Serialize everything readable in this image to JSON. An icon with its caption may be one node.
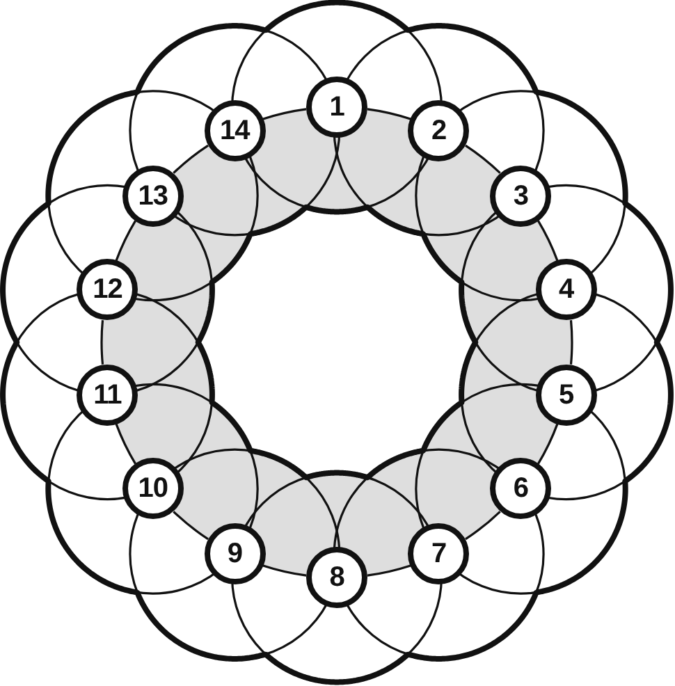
{
  "diagram": {
    "nodes": [
      {
        "text": [
          "1"
        ]
      },
      {
        "text": [
          "2"
        ]
      },
      {
        "text": [
          "3"
        ]
      },
      {
        "text": [
          "4"
        ]
      },
      {
        "text": [
          "5"
        ]
      },
      {
        "text": [
          "6"
        ]
      },
      {
        "text": [
          "7"
        ]
      },
      {
        "text": [
          "8"
        ]
      },
      {
        "text": [
          "9"
        ]
      },
      {
        "text": [
          "10"
        ]
      },
      {
        "text": [
          "11"
        ]
      },
      {
        "text": [
          "12"
        ]
      },
      {
        "text": [
          "13"
        ]
      },
      {
        "text": [
          "14"
        ]
      }
    ],
    "edges": [
      {
        "from": 0,
        "to": 1,
        "arrow": "none"
      },
      {
        "from": 1,
        "to": 2,
        "arrow": "none"
      },
      {
        "from": 2,
        "to": 3,
        "arrow": "none"
      },
      {
        "from": 3,
        "to": 4,
        "arrow": "none"
      },
      {
        "from": 4,
        "to": 5,
        "arrow": "none"
      },
      {
        "from": 5,
        "to": 6,
        "arrow": "none"
      },
      {
        "from": 6,
        "to": 7,
        "arrow": "none"
      },
      {
        "from": 7,
        "to": 8,
        "arrow": "none"
      },
      {
        "from": 8,
        "to": 9,
        "arrow": "none"
      },
      {
        "from": 9,
        "to": 10,
        "arrow": "none"
      },
      {
        "from": 10,
        "to": 11,
        "arrow": "none"
      },
      {
        "from": 11,
        "to": 12,
        "arrow": "none"
      },
      {
        "from": 12,
        "to": 13,
        "arrow": "none"
      },
      {
        "from": 13,
        "to": 0,
        "arrow": "none"
      }
    ]
  }
}
